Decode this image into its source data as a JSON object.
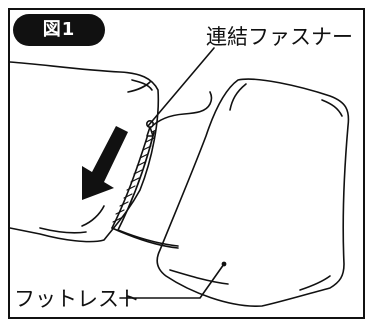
{
  "figure": {
    "badge": "図1",
    "fastener_label": "連結ファスナー",
    "footrest_label": "フットレスト"
  },
  "colors": {
    "ink": "#111111",
    "badge_bg": "#111111",
    "badge_text": "#ffffff",
    "background": "#ffffff"
  },
  "icons": {
    "arrow": "down-left-arrow-icon"
  }
}
